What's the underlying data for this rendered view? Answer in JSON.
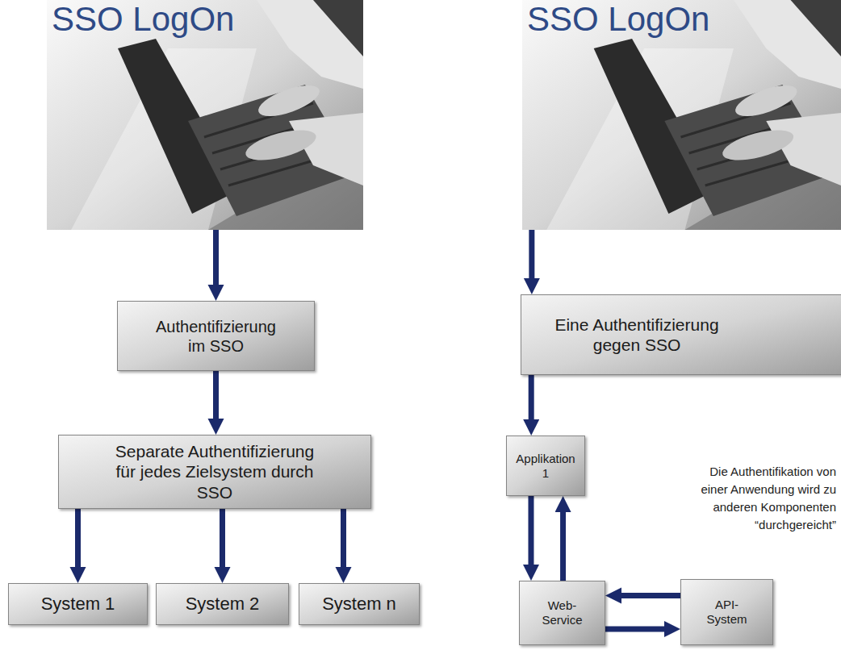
{
  "diagram": {
    "nodes": [
      {
        "text": [
          "SSO LogOn"
        ]
      },
      {
        "text": [
          "Authentifizierung im SSO"
        ]
      },
      {
        "text": [
          "Separate Authentifizierung für jedes Zielsystem durch SSO"
        ]
      },
      {
        "text": [
          "System 1"
        ]
      },
      {
        "text": [
          "System 2"
        ]
      },
      {
        "text": [
          "System n"
        ]
      },
      {
        "text": [
          "SSO LogOn"
        ]
      },
      {
        "text": [
          "Eine Authentifizierung gegen SSO"
        ]
      },
      {
        "text": [
          "Applikation 1"
        ]
      },
      {
        "text": [
          "Web-Service"
        ]
      },
      {
        "text": [
          "API-System"
        ]
      }
    ],
    "edges": [
      {
        "from": 0,
        "to": 1,
        "arrow": "to"
      },
      {
        "from": 1,
        "to": 2,
        "arrow": "to"
      },
      {
        "from": 2,
        "to": 3,
        "arrow": "to"
      },
      {
        "from": 2,
        "to": 4,
        "arrow": "to"
      },
      {
        "from": 2,
        "to": 5,
        "arrow": "to"
      },
      {
        "from": 6,
        "to": 7,
        "arrow": "to"
      },
      {
        "from": 7,
        "to": 8,
        "arrow": "to"
      },
      {
        "from": 8,
        "to": 9,
        "arrow": "to"
      },
      {
        "from": 9,
        "to": 8,
        "arrow": "to"
      },
      {
        "from": 10,
        "to": 9,
        "arrow": "to"
      },
      {
        "from": 9,
        "to": 10,
        "arrow": "to"
      }
    ],
    "labels": [
      "Die Authentifikation von einer Anwendung wird zu anderen Komponenten “durchgereicht”"
    ]
  }
}
